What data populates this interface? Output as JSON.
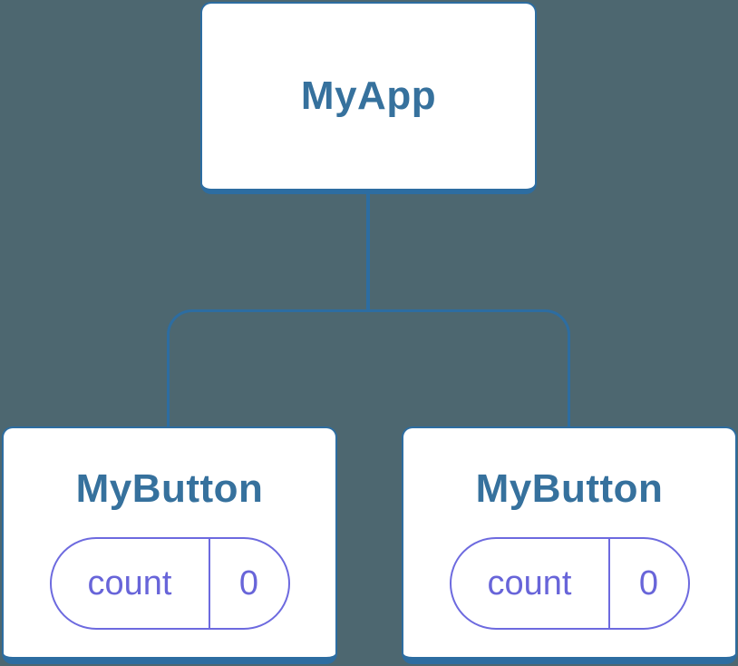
{
  "colors": {
    "background": "#4d6770",
    "card_bg": "#ffffff",
    "card_border": "#2d6da1",
    "connector": "#2d6da1",
    "title_text": "#36719d",
    "state_border": "#6d6adf",
    "state_text": "#6865d9"
  },
  "tree": {
    "root": {
      "label": "MyApp"
    },
    "children": [
      {
        "label": "MyButton",
        "state": {
          "key": "count",
          "value": "0"
        }
      },
      {
        "label": "MyButton",
        "state": {
          "key": "count",
          "value": "0"
        }
      }
    ]
  }
}
